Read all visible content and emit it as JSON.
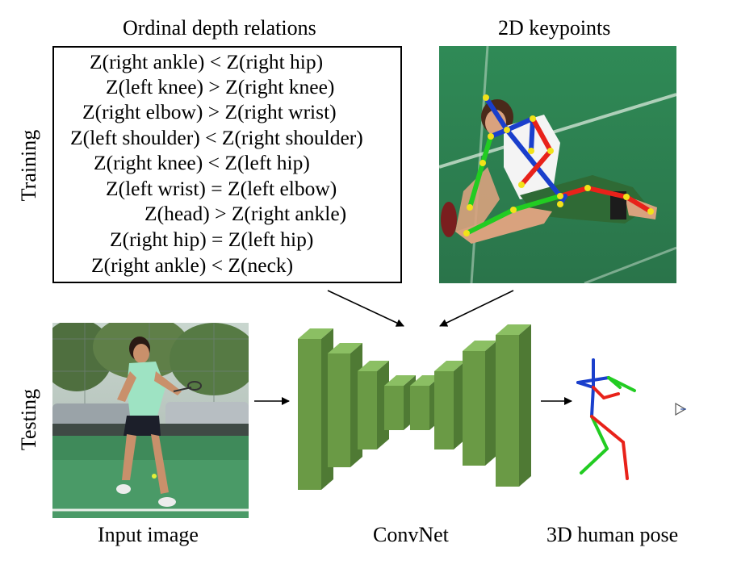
{
  "headings": {
    "relations": "Ordinal depth relations",
    "keypoints": "2D keypoints"
  },
  "side_labels": {
    "training": "Training",
    "testing": "Testing"
  },
  "relations": [
    "Z(right ankle) < Z(right hip)",
    "Z(left knee) > Z(right knee)",
    "Z(right elbow) > Z(right wrist)",
    "Z(left shoulder) < Z(right shoulder)",
    "Z(right knee) < Z(left hip)",
    "Z(left wrist) = Z(left elbow)",
    "Z(head) > Z(right ankle)",
    "Z(right hip) = Z(left hip)",
    "Z(right ankle) < Z(neck)"
  ],
  "captions": {
    "input": "Input image",
    "convnet": "ConvNet",
    "pose": "3D human pose"
  },
  "colors": {
    "convnet_front": "#6a9a45",
    "convnet_side": "#4f7a34",
    "convnet_top": "#8bbf63",
    "limb_red": "#e8221a",
    "limb_green": "#22cc22",
    "limb_blue": "#1a3fcc",
    "joint_yellow": "#f2e21a",
    "court_green": "#2e7d4f"
  }
}
